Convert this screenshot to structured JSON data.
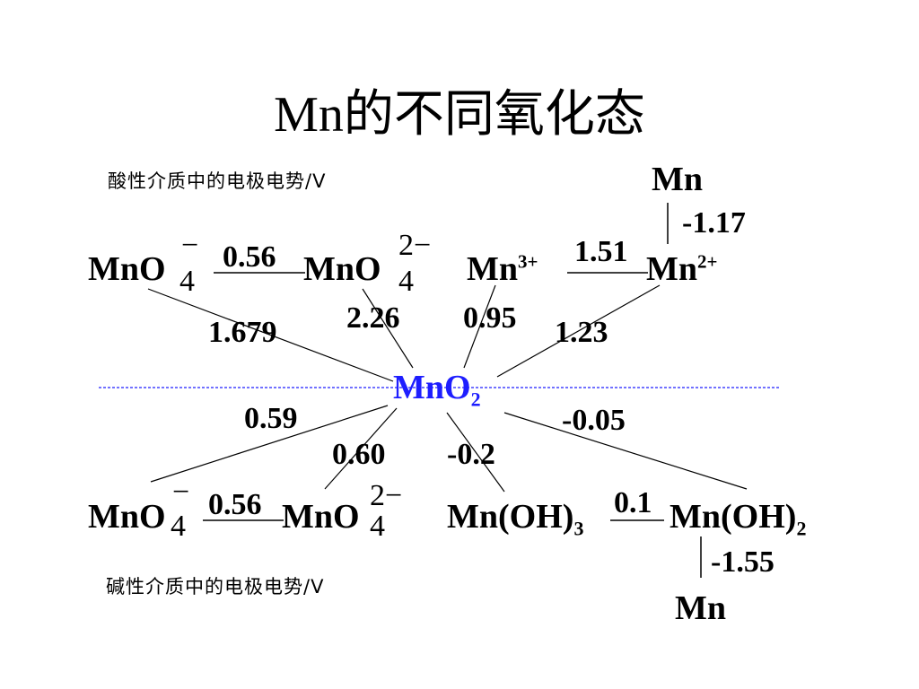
{
  "title": "Mn的不同氧化态",
  "captions": {
    "acid": "酸性介质中的电极电势/V",
    "base": "碱性介质中的电极电势/V"
  },
  "center": {
    "base": "MnO",
    "sub": "2"
  },
  "acid": {
    "mno4": {
      "base": "MnO",
      "charge": "−",
      "count": "4"
    },
    "mno4_2": {
      "base": "MnO",
      "charge": "2−",
      "count": "4"
    },
    "mn3": {
      "base": "Mn",
      "charge": "3+"
    },
    "mn2": {
      "base": "Mn",
      "charge": "2+"
    },
    "mn_top": "Mn",
    "potentials": {
      "mno4_mno4_2": "0.56",
      "mn3_mn2": "1.51",
      "mn2_mn": "-1.17",
      "mno4_mno2": "1.679",
      "mno4_2_mno2": "2.26",
      "mno2_mn3": "0.95",
      "mno2_mn2": "1.23"
    }
  },
  "base": {
    "mno4": {
      "base": "MnO",
      "charge": "−",
      "count": "4"
    },
    "mno4_2": {
      "base": "MnO",
      "charge": "2−",
      "count": "4"
    },
    "mnoh3": {
      "base": "Mn(OH)",
      "sub": "3"
    },
    "mnoh2": {
      "base": "Mn(OH)",
      "sub": "2"
    },
    "mn_bottom": "Mn",
    "potentials": {
      "mno4_mno2": "0.59",
      "mno4_2_mno2": "0.60",
      "mno2_mnoh3": "-0.2",
      "mno2_mnoh2": "-0.05",
      "mno4_mno4_2": "0.56",
      "mnoh3_mnoh2": "0.1",
      "mnoh2_mn": "-1.55"
    }
  },
  "colors": {
    "center": "#1e1eff",
    "divider": "#1e1eff",
    "text": "#000000"
  }
}
